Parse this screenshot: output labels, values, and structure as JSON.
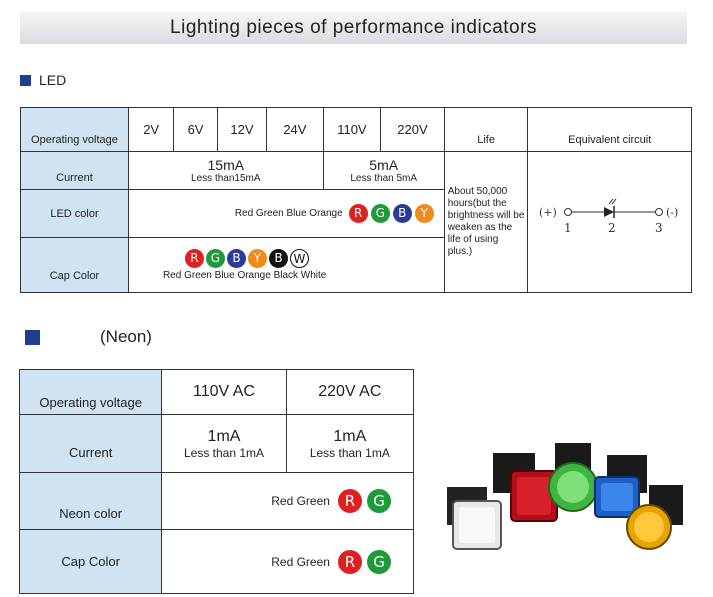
{
  "title": "Lighting pieces of performance indicators",
  "led_section": {
    "heading": "LED",
    "row_labels": {
      "voltage": "Operating voltage",
      "current": "Current",
      "led_color": "LED color",
      "cap_color": "Cap Color"
    },
    "voltages": [
      "2V",
      "6V",
      "12V",
      "24V",
      "110V",
      "220V"
    ],
    "life_header": "Life",
    "circuit_header": "Equivalent circuit",
    "current_low": {
      "value": "15mA",
      "note": "Less than15mA"
    },
    "current_high": {
      "value": "5mA",
      "note": "Less than 5mA"
    },
    "led_color_text": "Red  Green Blue   Orange",
    "led_dots": [
      "R",
      "G",
      "B",
      "Y"
    ],
    "cap_dots": [
      "R",
      "G",
      "B",
      "Y",
      "B",
      "W"
    ],
    "cap_color_text": "Red  Green Blue  Orange Black White",
    "life_text": "About 50,000 hours(but the brightness will be weaken as the life of using plus.)",
    "circuit": {
      "plus": "(+)",
      "minus": "(-)",
      "pins": [
        "1",
        "2",
        "3"
      ]
    }
  },
  "neon_section": {
    "heading": "(Neon)",
    "row_labels": {
      "voltage": "Operating voltage",
      "current": "Current",
      "neon_color": "Neon color",
      "cap_color": "Cap Color"
    },
    "voltages": [
      "110V AC",
      "220V AC"
    ],
    "currents": [
      {
        "value": "1mA",
        "note": "Less than 1mA"
      },
      {
        "value": "1mA",
        "note": "Less than 1mA"
      }
    ],
    "neon_color_text": "Red  Green",
    "neon_dots": [
      "R",
      "G"
    ],
    "cap_color_text": "Red  Green",
    "cap_dots": [
      "R",
      "G"
    ]
  },
  "colors": {
    "red": "#e02020",
    "green": "#1e9a3a",
    "blue": "#2c3a9a",
    "orange": "#f08a1c",
    "black": "#111111",
    "label_bg": "#cfe3f2",
    "square": "#1f3e8f"
  }
}
